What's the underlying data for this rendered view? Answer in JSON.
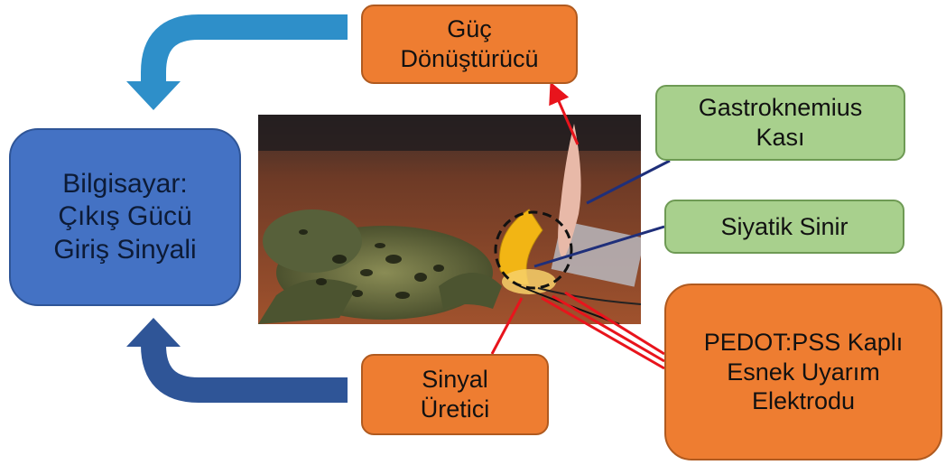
{
  "boxes": {
    "computer": [
      "Bilgisayar:",
      "Çıkış Gücü",
      "Giriş Sinyali"
    ],
    "power_converter": [
      "Güç",
      "Dönüştürücü"
    ],
    "signal_generator": [
      "Sinyal",
      "Üretici"
    ],
    "muscle": [
      "Gastroknemius",
      "Kası"
    ],
    "nerve": [
      "Siyatik Sinir"
    ],
    "electrode": [
      "PEDOT:PSS Kaplı",
      "Esnek Uyarım",
      "Elektrodu"
    ]
  },
  "colors": {
    "orange_box": "#ee7d31",
    "green_box": "#a8d08d",
    "blue_box": "#4472c4",
    "top_arrow": "#2e8fc9",
    "bottom_arrow": "#2f5597",
    "red_line": "#e8141c",
    "navy_line": "#1f2f7a"
  },
  "photo": {
    "subject": "frog-with-flexible-electrode"
  }
}
